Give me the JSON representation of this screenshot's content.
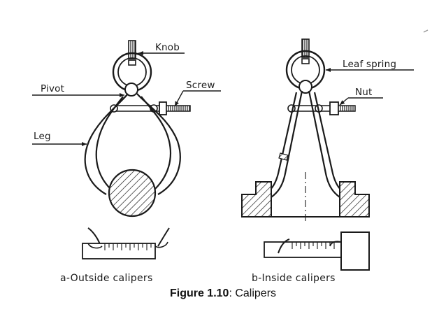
{
  "labels": {
    "knob": "Knob",
    "pivot": "Pivot",
    "screw": "Screw",
    "leg": "Leg",
    "leaf_spring": "Leaf spring",
    "nut": "Nut"
  },
  "subcaptions": {
    "outside": "a-Outside calipers",
    "inside": "b-Inside calipers"
  },
  "figure_caption": {
    "number": "Figure 1.10",
    "separator": ": ",
    "text": "Calipers"
  },
  "colors": {
    "ink": "#1a1a1a",
    "background": "#ffffff"
  }
}
